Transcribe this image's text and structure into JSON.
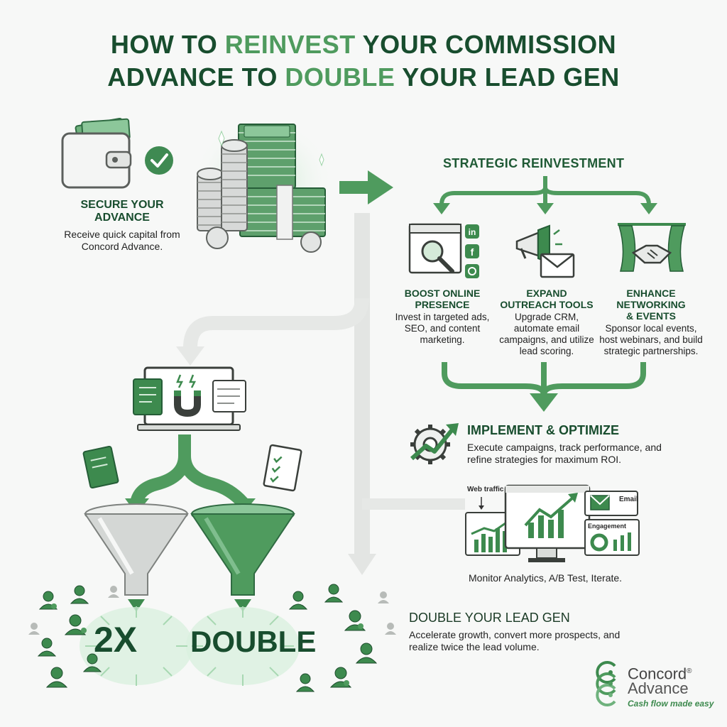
{
  "title": {
    "line1_pre": "HOW TO ",
    "line1_hl": "REINVEST",
    "line1_post": " YOUR COMMISSION",
    "line2_pre": "ADVANCE TO ",
    "line2_hl": "DOUBLE",
    "line2_post": " YOUR LEAD GEN"
  },
  "secure": {
    "heading": "SECURE YOUR ADVANCE",
    "body": "Receive quick capital from Concord Advance."
  },
  "strategic": {
    "title": "STRATEGIC REINVESTMENT",
    "columns": [
      {
        "heading": "BOOST ONLINE PRESENCE",
        "body": "Invest in targeted ads, SEO, and content marketing."
      },
      {
        "heading": "EXPAND OUTREACH TOOLS",
        "body": "Upgrade CRM, automate email campaigns, and utilize lead scoring."
      },
      {
        "heading": "ENHANCE NETWORKING & EVENTS",
        "body": "Sponsor local events, host webinars, and build strategic partnerships."
      }
    ]
  },
  "implement": {
    "heading": "IMPLEMENT & OPTIMIZE",
    "body": "Execute campaigns, track performance, and refine strategies for maximum ROI."
  },
  "dashboard": {
    "web_traffic": "Web traffic",
    "email": "Email",
    "engagement": "Engagement",
    "caption": "Monitor Analytics, A/B Test, Iterate."
  },
  "double_lead": {
    "heading": "DOUBLE YOUR LEAD GEN",
    "body": "Accelerate growth, convert more prospects, and realize twice the lead volume."
  },
  "funnel": {
    "label_left": "2X",
    "label_right": "DOUBLE"
  },
  "logo": {
    "name_line1": "Concord",
    "name_line2": "Advance",
    "registered": "®",
    "tagline": "Cash flow made easy"
  },
  "colors": {
    "dark_green": "#184d2e",
    "accent_green": "#4f9b5e",
    "light_green": "#8cc79a",
    "arrow_gray": "#d9dcd9"
  },
  "icons": [
    "wallet-icon",
    "check-circle-icon",
    "money-stack-icon",
    "coin-icon",
    "search-browser-icon",
    "linkedin-icon",
    "facebook-icon",
    "instagram-icon",
    "megaphone-icon",
    "envelope-icon",
    "handshake-icon",
    "laptop-magnet-icon",
    "book-icon",
    "clipboard-checklist-icon",
    "funnel-icon",
    "gear-growth-icon",
    "analytics-dashboard-icon",
    "person-icon",
    "concord-logo-icon"
  ]
}
